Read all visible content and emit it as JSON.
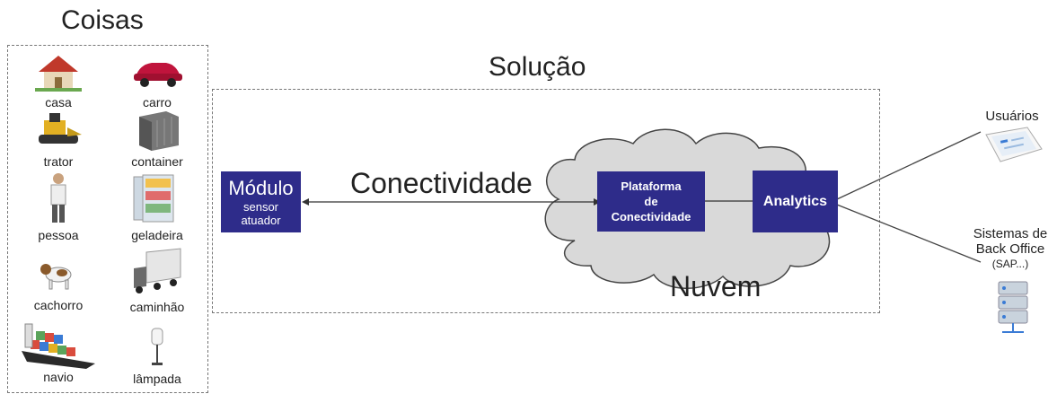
{
  "things": {
    "title": "Coisas",
    "items": [
      {
        "label": "casa",
        "icon": "house-icon"
      },
      {
        "label": "carro",
        "icon": "car-icon"
      },
      {
        "label": "trator",
        "icon": "tractor-icon"
      },
      {
        "label": "container",
        "icon": "container-icon"
      },
      {
        "label": "pessoa",
        "icon": "person-icon"
      },
      {
        "label": "geladeira",
        "icon": "fridge-icon"
      },
      {
        "label": "cachorro",
        "icon": "dog-icon"
      },
      {
        "label": "caminhão",
        "icon": "truck-icon"
      },
      {
        "label": "navio",
        "icon": "ship-icon"
      },
      {
        "label": "lâmpada",
        "icon": "lamp-icon"
      }
    ]
  },
  "solution": {
    "title": "Solução",
    "module": {
      "title": "Módulo",
      "line1": "sensor",
      "line2": "atuador"
    },
    "connectivity": "Conectividade",
    "platform": {
      "line1": "Plataforma",
      "line2": "de",
      "line3": "Conectividade"
    },
    "analytics": "Analytics",
    "cloud": "Nuvem"
  },
  "right": {
    "users": "Usuários",
    "backoffice": {
      "line1": "Sistemas de",
      "line2": "Back Office",
      "line3": "(SAP...)"
    }
  },
  "colors": {
    "box": "#2e2c8a",
    "cloud": "#d9d9d9",
    "cloud_stroke": "#444444"
  }
}
